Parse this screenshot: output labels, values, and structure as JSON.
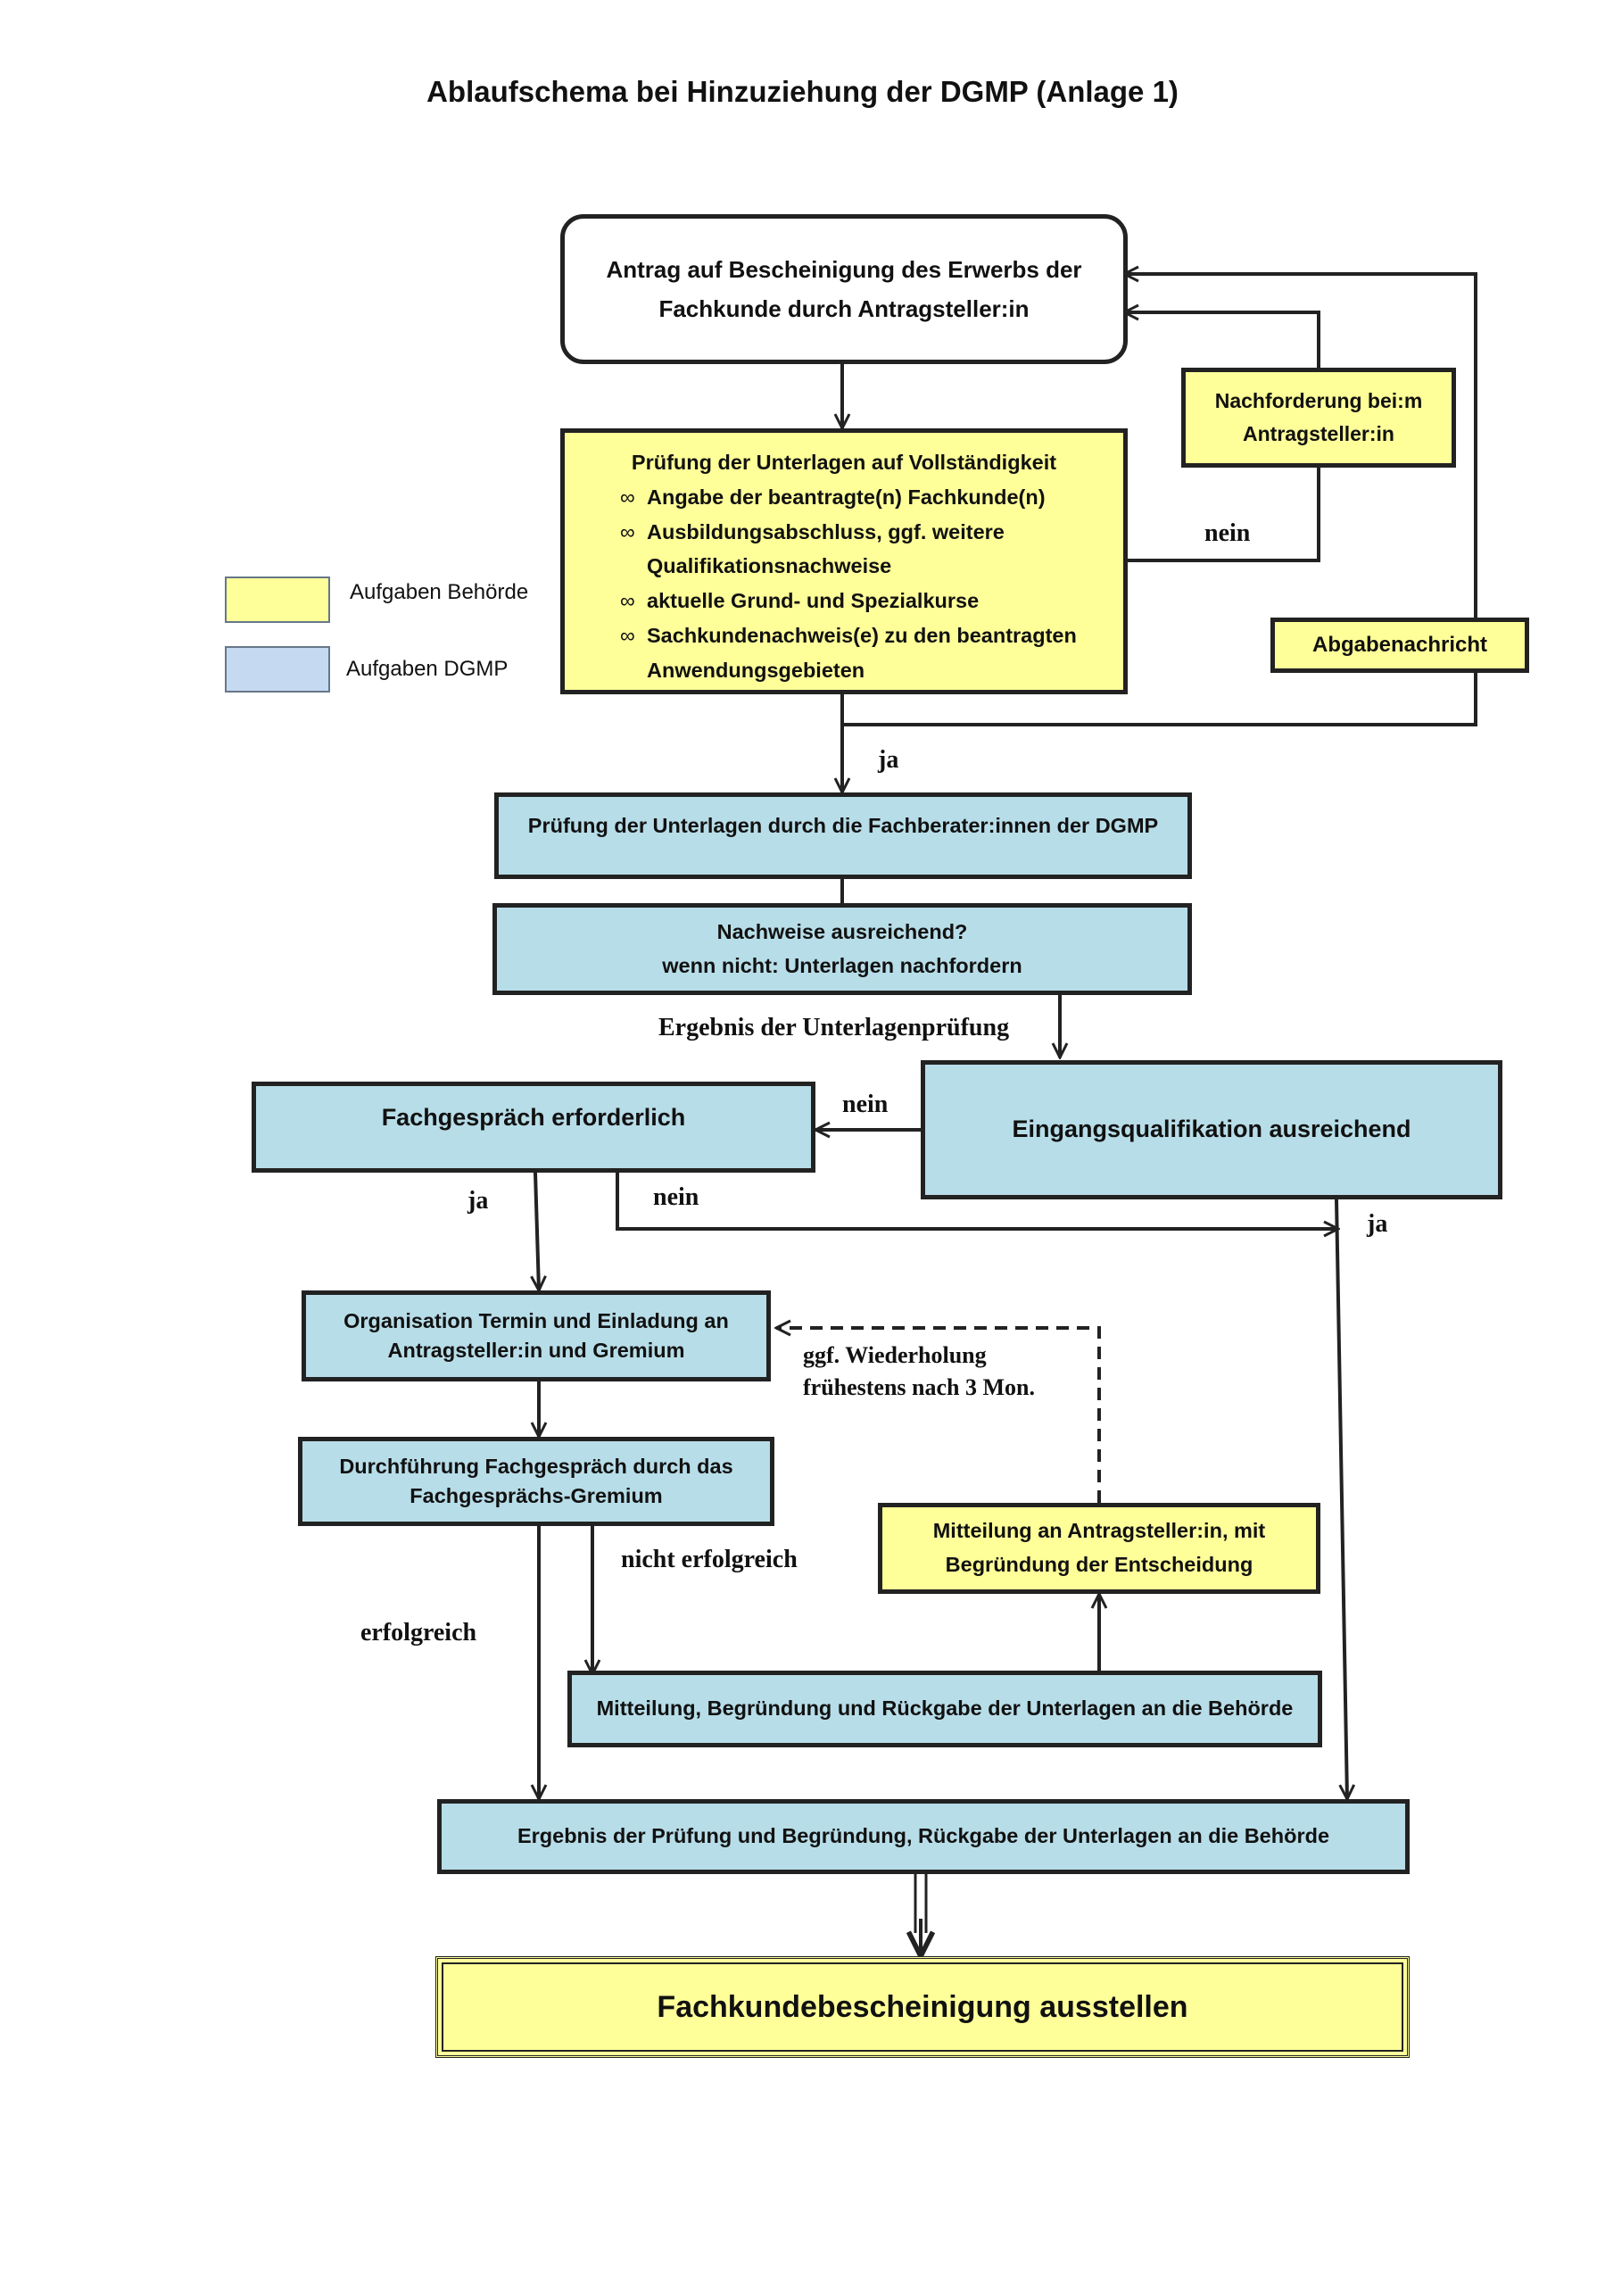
{
  "title": "Ablaufschema bei Hinzuziehung der DGMP (Anlage 1)",
  "legend": {
    "behoerde": {
      "label": "Aufgaben Behörde",
      "color": "#ffff99"
    },
    "dgmp": {
      "label": "Aufgaben DGMP",
      "color": "#c5d9f1"
    }
  },
  "colors": {
    "yellow": "#ffff99",
    "blue": "#b7dde8",
    "line": "#222222"
  },
  "nodes": {
    "antrag": {
      "line1": "Antrag auf Bescheinigung des Erwerbs der",
      "line2": "Fachkunde durch Antragsteller:in"
    },
    "nachforderung": {
      "line1": "Nachforderung bei:m",
      "line2": "Antragsteller:in"
    },
    "pruefung_vollstaendigkeit": {
      "head": "Prüfung der Unterlagen auf Vollständigkeit",
      "items": [
        "Angabe der beantragte(n) Fachkunde(n)",
        "Ausbildungsabschluss, ggf. weitere Qualifikationsnachweise",
        "aktuelle Grund- und Spezialkurse",
        "Sachkundenachweis(e) zu den beantragten Anwendungsgebieten"
      ]
    },
    "abgabenachricht": {
      "label": "Abgabenachricht"
    },
    "pruefung_dgmp": {
      "label": "Prüfung der Unterlagen durch die Fachberater:innen der DGMP"
    },
    "nachweise": {
      "line1": "Nachweise ausreichend?",
      "line2": "wenn nicht:  Unterlagen nachfordern"
    },
    "eingangsqualifikation": {
      "label": "Eingangsqualifikation ausreichend"
    },
    "fachgespraech": {
      "label": "Fachgespräch erforderlich"
    },
    "organisation": {
      "line1": "Organisation Termin und Einladung an",
      "line2": "Antragsteller:in und Gremium"
    },
    "durchfuehrung": {
      "line1": "Durchführung Fachgespräch durch das",
      "line2": "Fachgesprächs-Gremium"
    },
    "mitteilung_antragsteller": {
      "line1": "Mitteilung an Antragsteller:in, mit",
      "line2": "Begründung der Entscheidung"
    },
    "mitteilung_behoerde": {
      "label": "Mitteilung, Begründung und Rückgabe der Unterlagen an die Behörde"
    },
    "ergebnis": {
      "label": "Ergebnis der Prüfung und Begründung, Rückgabe der Unterlagen an die Behörde"
    },
    "bescheinigung": {
      "label": "Fachkundebescheinigung ausstellen"
    }
  },
  "labels": {
    "nein_nachforderung": "nein",
    "ja_dgmp": "ja",
    "ergebnis_unterlagen": "Ergebnis der Unterlagenprüfung",
    "nein_eingang": "nein",
    "ja_fachgespraech": "ja",
    "nein_fachgespraech": "nein",
    "ja_eingang": "ja",
    "wiederholung_line1": "ggf. Wiederholung",
    "wiederholung_line2": "frühestens nach 3 Mon.",
    "nicht_erfolgreich": "nicht erfolgreich",
    "erfolgreich": "erfolgreich"
  }
}
